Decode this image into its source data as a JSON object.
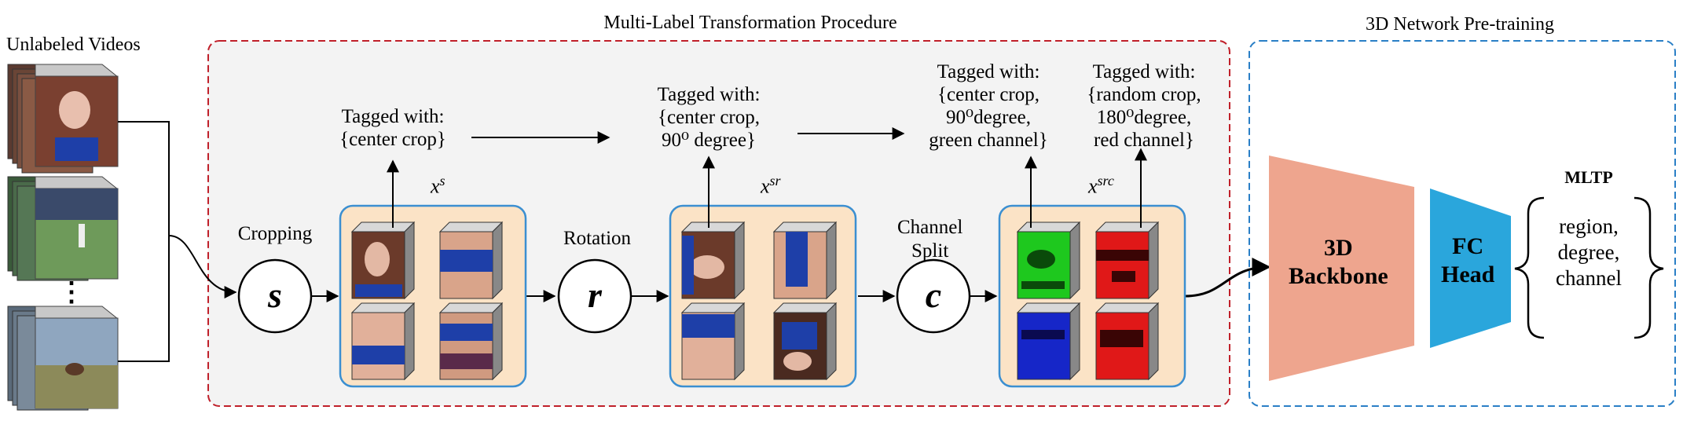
{
  "sections": {
    "input_title": "Unlabeled Videos",
    "mltp_title": "Multi-Label Transformation Procedure",
    "pretrain_title": "3D Network Pre-training"
  },
  "ops": {
    "cropping": {
      "label": "Cropping",
      "symbol": "s"
    },
    "rotation": {
      "label": "Rotation",
      "symbol": "r"
    },
    "channel": {
      "label": "Channel\nSplit",
      "symbol": "c"
    }
  },
  "vars": {
    "xs": {
      "base": "x",
      "sup": "s"
    },
    "xsr": {
      "base": "x",
      "sup": "sr"
    },
    "xsrc": {
      "base": "x",
      "sup": "src"
    }
  },
  "tags": {
    "t1": "Tagged with:\n{center crop}",
    "t2": "Tagged with:\n{center crop,\n90⁰ degree}",
    "t3": "Tagged with:\n{center crop,\n90⁰degree,\ngreen channel}",
    "t4": "Tagged with:\n{random crop,\n180⁰degree,\nred channel}"
  },
  "network": {
    "backbone": "3D\nBackbone",
    "head": "FC\nHead"
  },
  "mltp": {
    "title": "MLTP",
    "items": "region,\ndegree,\nchannel"
  },
  "ellipsis": "⋮",
  "colors": {
    "mltp_border": "#c0202a",
    "pretrain_border": "#2a7fc6",
    "panel_bg": "#f3f3f3",
    "tile_bg": "#fbe3c6",
    "tile_border": "#3b8fd1",
    "backbone": "#eea58e",
    "head": "#2aa6dc"
  }
}
